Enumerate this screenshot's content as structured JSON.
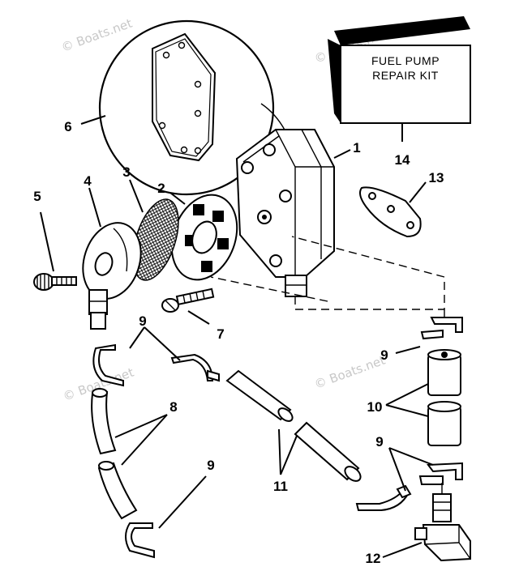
{
  "watermark": "© Boats.net",
  "repair_kit": {
    "line1": "FUEL PUMP",
    "line2": "REPAIR KIT"
  },
  "callouts": {
    "c1": "1",
    "c2": "2",
    "c3": "3",
    "c4": "4",
    "c5": "5",
    "c6": "6",
    "c7": "7",
    "c8": "8",
    "c9": "9",
    "c10": "10",
    "c11": "11",
    "c12": "12",
    "c13": "13",
    "c14": "14"
  }
}
